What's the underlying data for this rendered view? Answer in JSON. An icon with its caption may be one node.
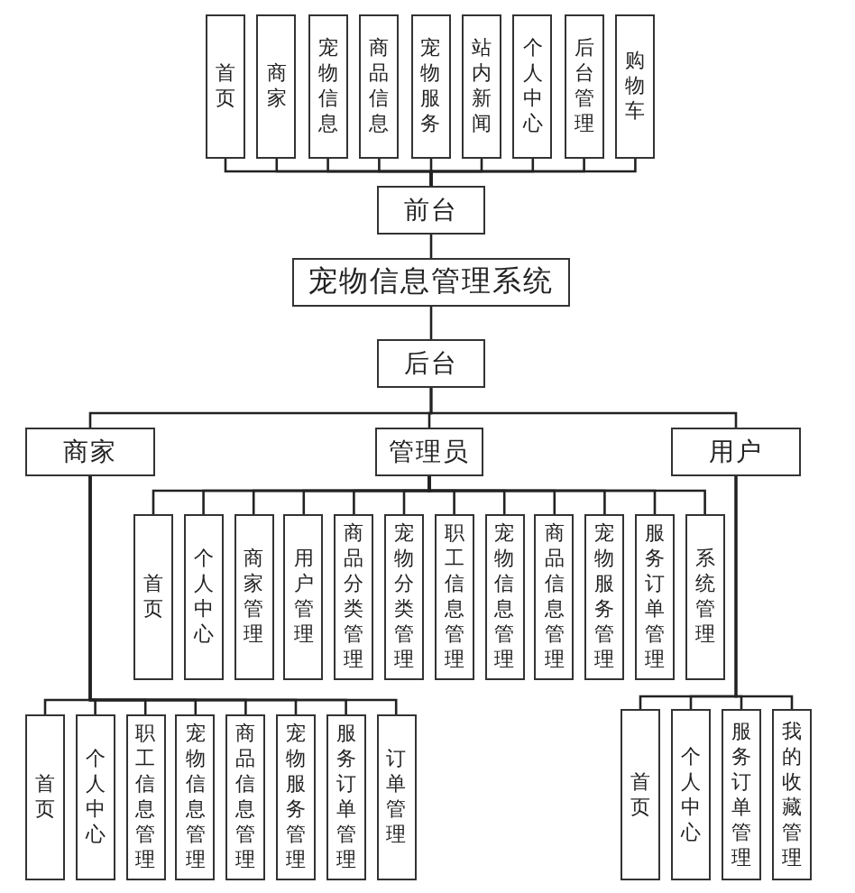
{
  "diagram": {
    "nodes": [
      {
        "text": [
          "首页"
        ]
      },
      {
        "text": [
          "商家"
        ]
      },
      {
        "text": [
          "宠物信息"
        ]
      },
      {
        "text": [
          "商品信息"
        ]
      },
      {
        "text": [
          "宠物服务"
        ]
      },
      {
        "text": [
          "站内新闻"
        ]
      },
      {
        "text": [
          "个人中心"
        ]
      },
      {
        "text": [
          "后台管理"
        ]
      },
      {
        "text": [
          "购物车"
        ]
      },
      {
        "text": [
          "前台"
        ]
      },
      {
        "text": [
          "宠物信息管理系统"
        ]
      },
      {
        "text": [
          "后台"
        ]
      },
      {
        "text": [
          "商家"
        ]
      },
      {
        "text": [
          "管理员"
        ]
      },
      {
        "text": [
          "用户"
        ]
      },
      {
        "text": [
          "首页"
        ]
      },
      {
        "text": [
          "个人中心"
        ]
      },
      {
        "text": [
          "商家管理"
        ]
      },
      {
        "text": [
          "用户管理"
        ]
      },
      {
        "text": [
          "商品分类管理"
        ]
      },
      {
        "text": [
          "宠物分类管理"
        ]
      },
      {
        "text": [
          "职工信息管理"
        ]
      },
      {
        "text": [
          "宠物信息管理"
        ]
      },
      {
        "text": [
          "商品信息管理"
        ]
      },
      {
        "text": [
          "宠物服务管理"
        ]
      },
      {
        "text": [
          "服务订单管理"
        ]
      },
      {
        "text": [
          "系统管理"
        ]
      },
      {
        "text": [
          "首页"
        ]
      },
      {
        "text": [
          "个人中心"
        ]
      },
      {
        "text": [
          "职工信息管理"
        ]
      },
      {
        "text": [
          "宠物信息管理"
        ]
      },
      {
        "text": [
          "商品信息管理"
        ]
      },
      {
        "text": [
          "宠物服务管理"
        ]
      },
      {
        "text": [
          "服务订单管理"
        ]
      },
      {
        "text": [
          "订单管理"
        ]
      },
      {
        "text": [
          "首页"
        ]
      },
      {
        "text": [
          "个人中心"
        ]
      },
      {
        "text": [
          "服务订单管理"
        ]
      },
      {
        "text": [
          "我的收藏管理"
        ]
      }
    ],
    "edges": [
      {
        "from": 9,
        "to": 0,
        "arrow": "none"
      },
      {
        "from": 9,
        "to": 1,
        "arrow": "none"
      },
      {
        "from": 9,
        "to": 2,
        "arrow": "none"
      },
      {
        "from": 9,
        "to": 3,
        "arrow": "none"
      },
      {
        "from": 9,
        "to": 4,
        "arrow": "none"
      },
      {
        "from": 9,
        "to": 5,
        "arrow": "none"
      },
      {
        "from": 9,
        "to": 6,
        "arrow": "none"
      },
      {
        "from": 9,
        "to": 7,
        "arrow": "none"
      },
      {
        "from": 9,
        "to": 8,
        "arrow": "none"
      },
      {
        "from": 10,
        "to": 9,
        "arrow": "none"
      },
      {
        "from": 10,
        "to": 11,
        "arrow": "none"
      },
      {
        "from": 11,
        "to": 12,
        "arrow": "none"
      },
      {
        "from": 11,
        "to": 13,
        "arrow": "none"
      },
      {
        "from": 11,
        "to": 14,
        "arrow": "none"
      },
      {
        "from": 13,
        "to": 15,
        "arrow": "none"
      },
      {
        "from": 13,
        "to": 16,
        "arrow": "none"
      },
      {
        "from": 13,
        "to": 17,
        "arrow": "none"
      },
      {
        "from": 13,
        "to": 18,
        "arrow": "none"
      },
      {
        "from": 13,
        "to": 19,
        "arrow": "none"
      },
      {
        "from": 13,
        "to": 20,
        "arrow": "none"
      },
      {
        "from": 13,
        "to": 21,
        "arrow": "none"
      },
      {
        "from": 13,
        "to": 22,
        "arrow": "none"
      },
      {
        "from": 13,
        "to": 23,
        "arrow": "none"
      },
      {
        "from": 13,
        "to": 24,
        "arrow": "none"
      },
      {
        "from": 13,
        "to": 25,
        "arrow": "none"
      },
      {
        "from": 13,
        "to": 26,
        "arrow": "none"
      },
      {
        "from": 12,
        "to": 27,
        "arrow": "none"
      },
      {
        "from": 12,
        "to": 28,
        "arrow": "none"
      },
      {
        "from": 12,
        "to": 29,
        "arrow": "none"
      },
      {
        "from": 12,
        "to": 30,
        "arrow": "none"
      },
      {
        "from": 12,
        "to": 31,
        "arrow": "none"
      },
      {
        "from": 12,
        "to": 32,
        "arrow": "none"
      },
      {
        "from": 12,
        "to": 33,
        "arrow": "none"
      },
      {
        "from": 12,
        "to": 34,
        "arrow": "none"
      },
      {
        "from": 14,
        "to": 35,
        "arrow": "none"
      },
      {
        "from": 14,
        "to": 36,
        "arrow": "none"
      },
      {
        "from": 14,
        "to": 37,
        "arrow": "none"
      },
      {
        "from": 14,
        "to": 38,
        "arrow": "none"
      }
    ]
  }
}
